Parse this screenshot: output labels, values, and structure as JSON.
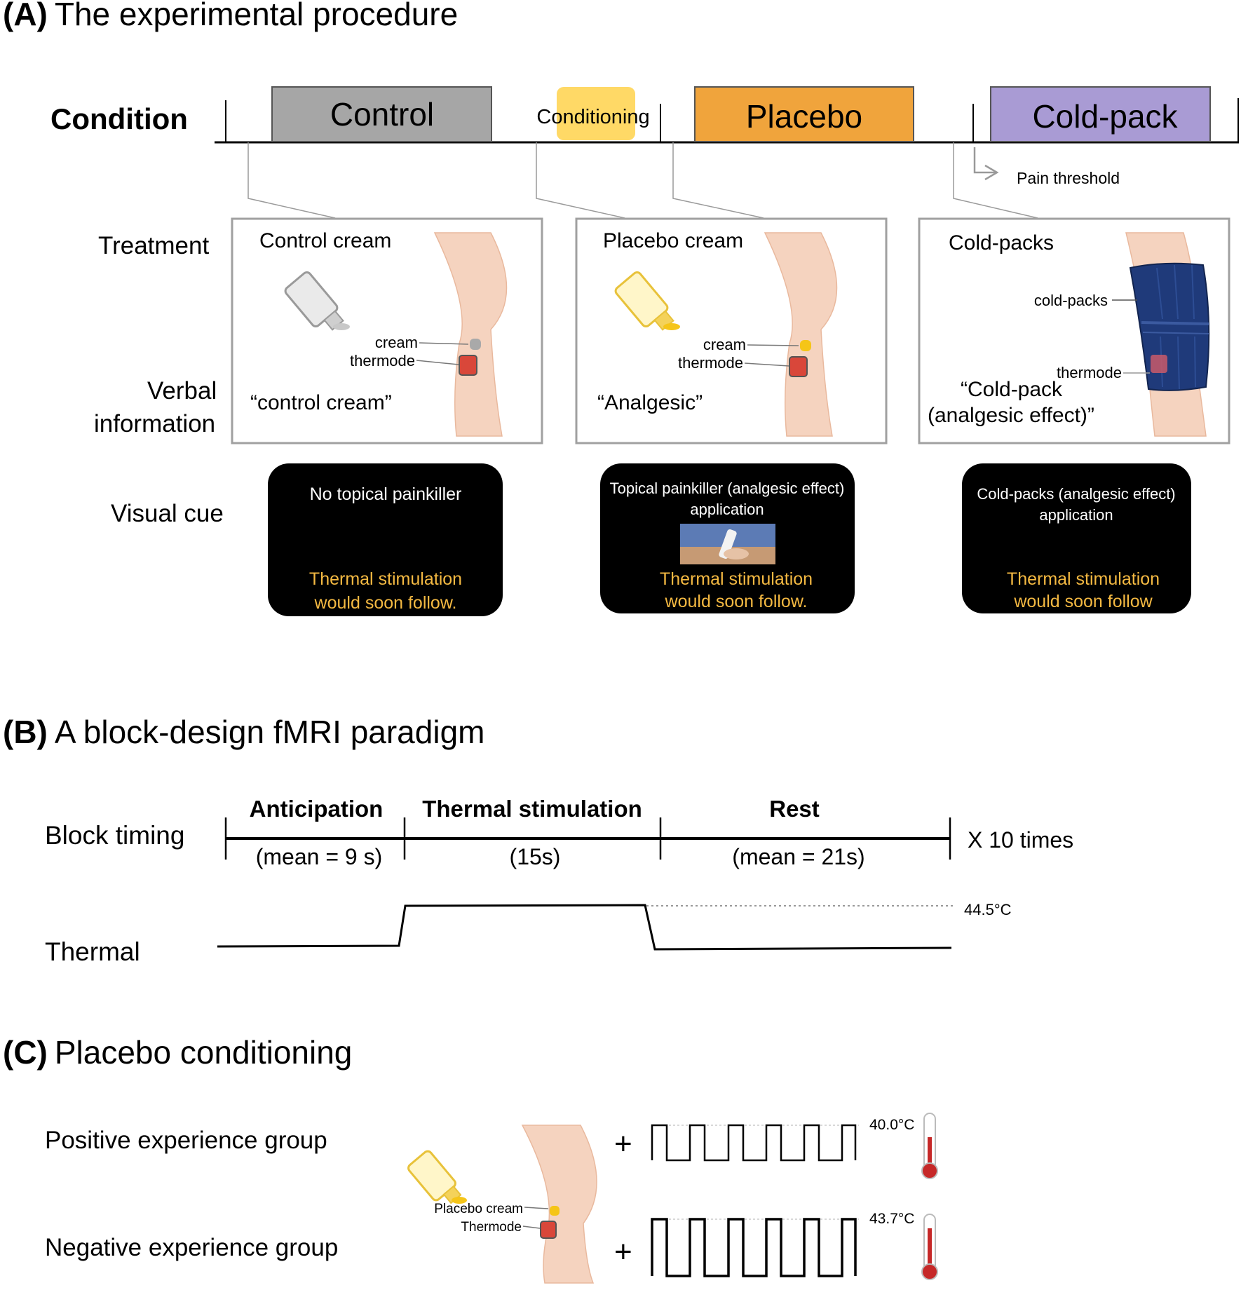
{
  "panel_a": {
    "letter": "(A)",
    "title": "The experimental procedure",
    "condition_label": "Condition",
    "conditions": {
      "control": "Control",
      "conditioning": "Conditioning",
      "placebo": "Placebo",
      "cold_pack": "Cold-pack"
    },
    "pain_threshold": "Pain threshold",
    "row_labels": {
      "treatment": "Treatment",
      "verbal_line1": "Verbal",
      "verbal_line2": "information",
      "visual_cue": "Visual cue"
    },
    "treatments": [
      {
        "title": "Control cream",
        "cream": "cream",
        "thermode": "thermode",
        "verbal": "“control cream”"
      },
      {
        "title": "Placebo cream",
        "cream": "cream",
        "thermode": "thermode",
        "verbal": "“Analgesic”"
      },
      {
        "title": "Cold-packs",
        "coldpacks": "cold-packs",
        "thermode": "thermode",
        "verbal_line1": "“Cold-pack",
        "verbal_line2": "(analgesic effect)”"
      }
    ],
    "cues": [
      {
        "line1": "No topical painkiller",
        "line2": "",
        "warn1": "Thermal stimulation",
        "warn2": "would soon follow."
      },
      {
        "line1": "Topical painkiller (analgesic effect)",
        "line2": "application",
        "warn1": "Thermal stimulation",
        "warn2": "would soon follow."
      },
      {
        "line1": "Cold-packs (analgesic effect)",
        "line2": "application",
        "warn1": "Thermal stimulation",
        "warn2": "would soon follow"
      }
    ]
  },
  "panel_b": {
    "letter": "(B)",
    "title": "A block-design fMRI paradigm",
    "block_timing": "Block timing",
    "thermal": "Thermal",
    "phases": [
      {
        "name": "Anticipation",
        "duration": "(mean = 9 s)"
      },
      {
        "name": "Thermal stimulation",
        "duration": "(15s)"
      },
      {
        "name": "Rest",
        "duration": "(mean = 21s)"
      }
    ],
    "repeat": "X 10 times",
    "temp": "44.5°C"
  },
  "panel_c": {
    "letter": "(C)",
    "title": "Placebo conditioning",
    "positive": "Positive experience group",
    "negative": "Negative experience group",
    "placebo_cream": "Placebo cream",
    "thermode": "Thermode",
    "plus": "+",
    "temp_pos": "40.0°C",
    "temp_neg": "43.7°C"
  },
  "colors": {
    "control": "#a6a6a6",
    "conditioning": "#ffd966",
    "placebo": "#f0a43c",
    "cold_pack": "#a99bd4",
    "warning_text": "#f4b942",
    "skin": "#f5d3bf",
    "cold_pack_wrap": "#1f3a7a"
  }
}
